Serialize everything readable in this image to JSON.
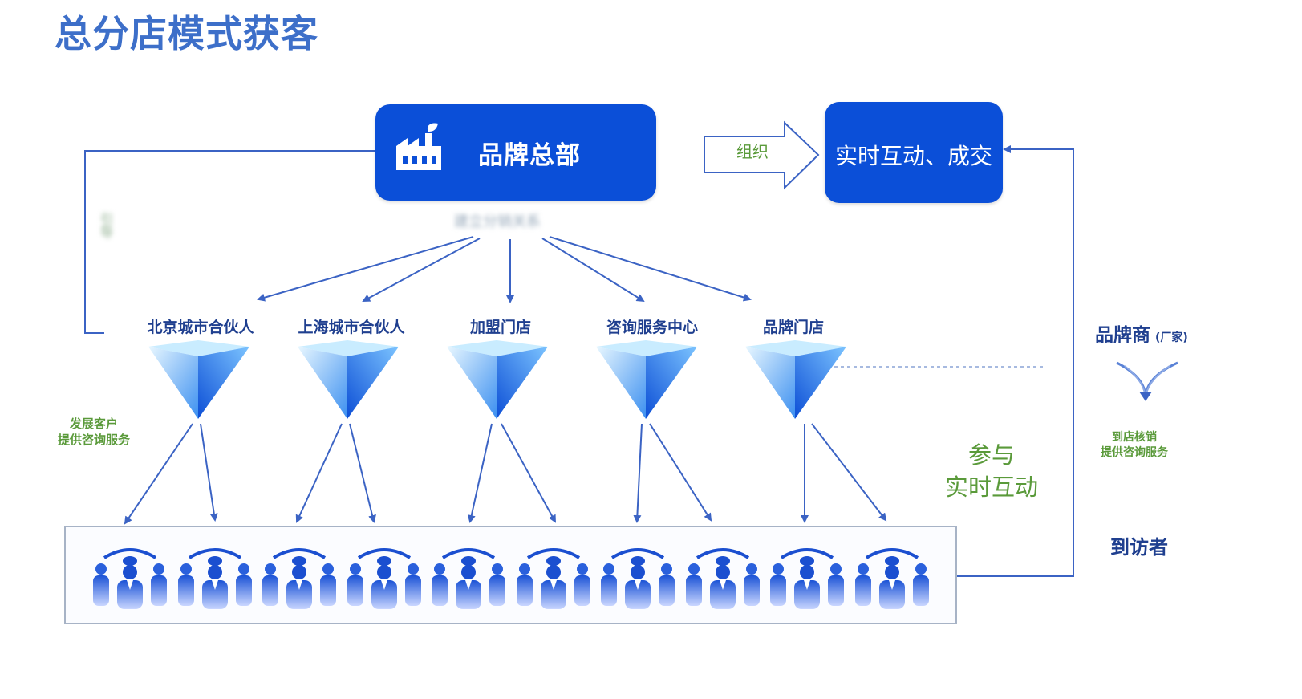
{
  "title": "总分店模式获客",
  "headquarters": {
    "label": "品牌总部",
    "icon": "factory-icon"
  },
  "realtime_box": {
    "label": "实时互动、成交"
  },
  "arrow_label": "组织",
  "blurred_text": {
    "under_hq": "建立分销关系",
    "left_side": "引导"
  },
  "nodes": [
    {
      "label": "北京城市合伙人"
    },
    {
      "label": "上海城市合伙人"
    },
    {
      "label": "加盟门店"
    },
    {
      "label": "咨询服务中心"
    },
    {
      "label": "品牌门店"
    }
  ],
  "develop_label": {
    "line1": "发展客户",
    "line2": "提供咨询服务"
  },
  "participate_label": {
    "line1": "参与",
    "line2": "实时互动"
  },
  "brand": {
    "label": "品牌商",
    "sub": "(厂家)"
  },
  "store_label": {
    "line1": "到店核销",
    "line2": "提供咨询服务"
  },
  "visitor_label": "到访者",
  "visitor_count": 10,
  "colors": {
    "primary_blue": "#0b4fd8",
    "title_blue": "#3d6fc9",
    "line_blue": "#3b63c4",
    "green_text": "#5a9a3a",
    "funnel_light": "#dff3ff",
    "funnel_dark": "#1565e0"
  }
}
